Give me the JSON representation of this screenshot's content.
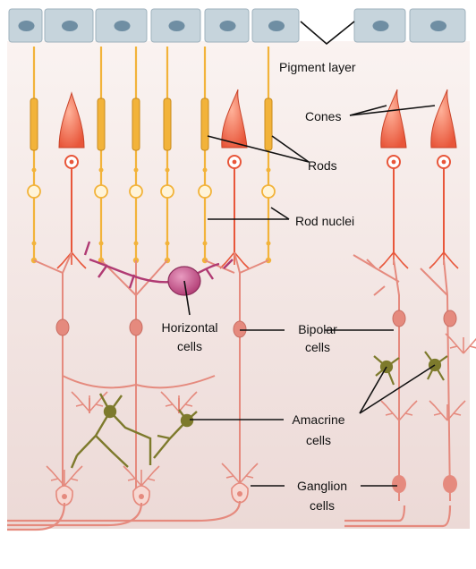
{
  "labels": {
    "pigment_layer": "Pigment layer",
    "cones": "Cones",
    "rods": "Rods",
    "rod_nuclei": "Rod nuclei",
    "horizontal_line1": "Horizontal",
    "horizontal_line2": "cells",
    "bipolar_line1": "Bipolar",
    "bipolar_line2": "cells",
    "amacrine_line1": "Amacrine",
    "amacrine_line2": "cells",
    "ganglion_line1": "Ganglion",
    "ganglion_line2": "cells"
  },
  "colors": {
    "background_top": "#faf3f1",
    "background_bottom": "#ecd9d6",
    "pigment_cell": "#c6d4dc",
    "pigment_nucleus": "#6f8ea3",
    "rod": "#f2b33a",
    "cone": "#e8563a",
    "neuron": "#e58a7e",
    "horizontal_cell": "#b03a73",
    "amacrine_cell": "#7d7a2c",
    "leader_line": "#111111"
  }
}
